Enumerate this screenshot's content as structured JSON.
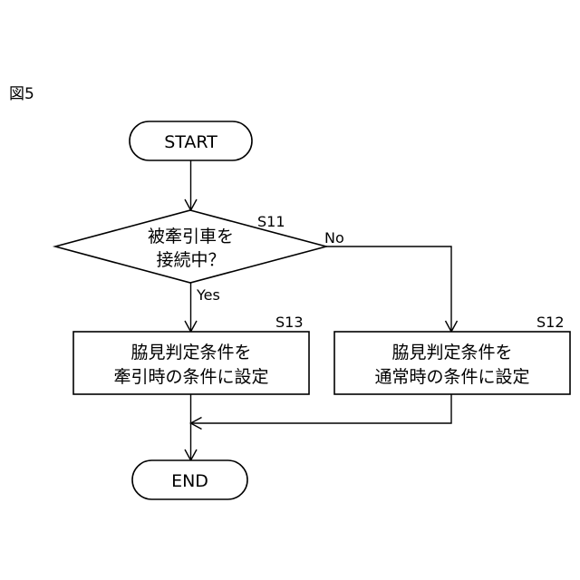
{
  "figure": {
    "label": "図5"
  },
  "nodes": {
    "start": {
      "text": "START"
    },
    "decision": {
      "step": "S11",
      "line1": "被牽引車を",
      "line2": "接続中？"
    },
    "process_s13": {
      "step": "S13",
      "line1": "脇見判定条件を",
      "line2": "牽引時の条件に設定"
    },
    "process_s12": {
      "step": "S12",
      "line1": "脇見判定条件を",
      "line2": "通常時の条件に設定"
    },
    "end": {
      "text": "END"
    }
  },
  "edges": {
    "yes_label": "Yes",
    "no_label": "No"
  }
}
